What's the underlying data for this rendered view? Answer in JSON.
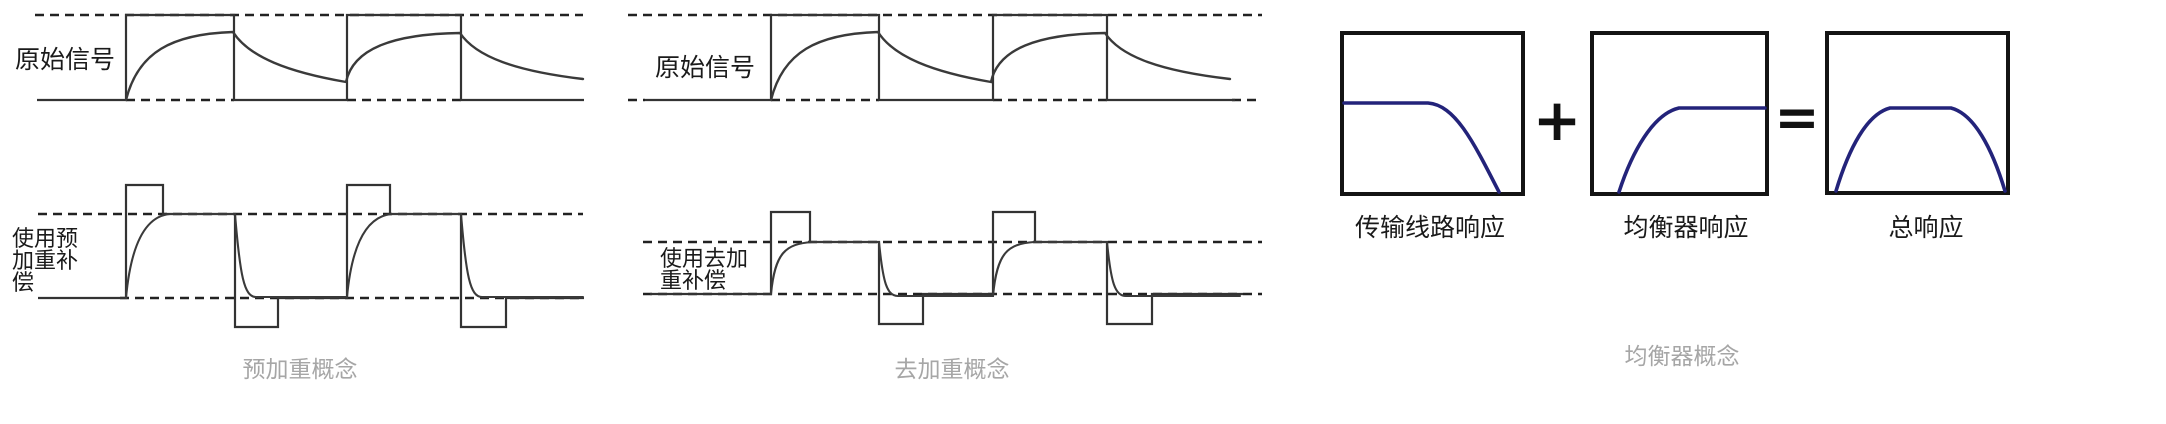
{
  "panels": {
    "pre": {
      "signal_label": "原始信号",
      "comp_lines": [
        "使用预",
        "加重补",
        "偿"
      ],
      "caption": "预加重概念"
    },
    "de": {
      "signal_label": "原始信号",
      "comp_lines": [
        "使用去加",
        "重补偿"
      ],
      "caption": "去加重概念"
    },
    "eq": {
      "box_labels": [
        "传输线路响应",
        "均衡器响应",
        "总响应"
      ],
      "plus": "+",
      "equals": "=",
      "caption": "均衡器概念"
    }
  },
  "colors": {
    "waveform": "#333333",
    "dashed_line": "#222222",
    "response_curve": "#23237a",
    "box_border": "#141414",
    "label_text": "#1a1a1a",
    "caption_text": "#a6a6a6",
    "background": "#ffffff"
  }
}
